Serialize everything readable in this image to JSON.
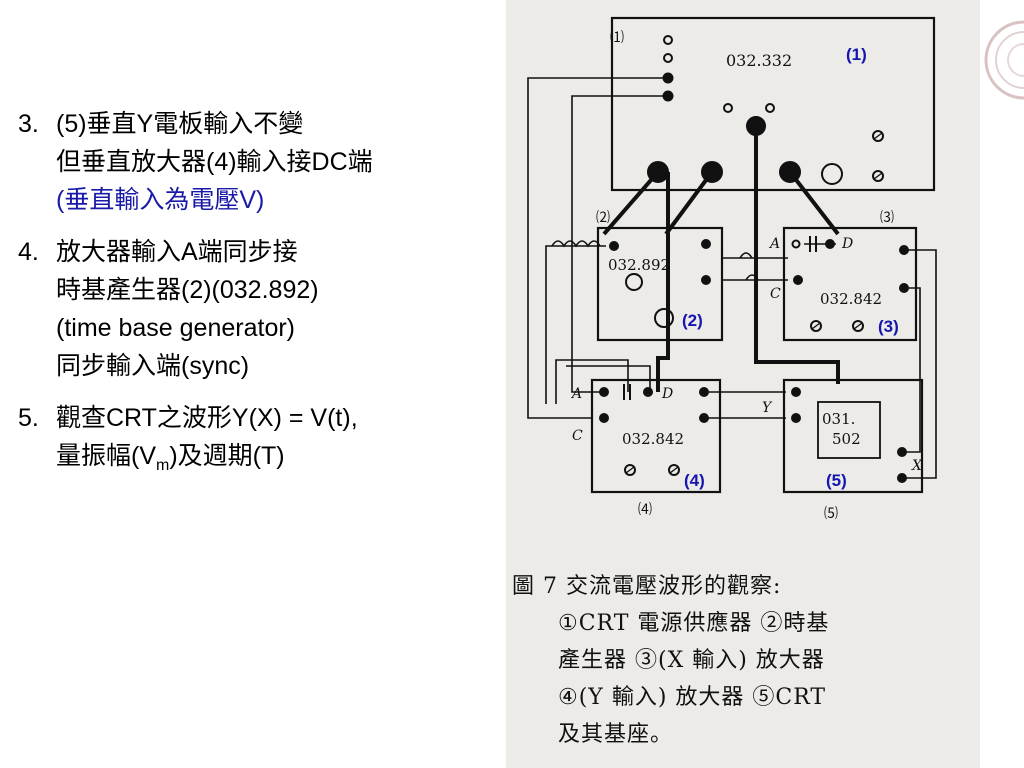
{
  "bullets": [
    {
      "num": "3.",
      "lines": [
        {
          "text": "(5)垂直Y電板輸入不變",
          "color": "black"
        },
        {
          "text": "但垂直放大器(4)輸入接DC端",
          "color": "black"
        },
        {
          "text": "(垂直輸入為電壓V)",
          "color": "blue"
        }
      ]
    },
    {
      "num": "4.",
      "lines": [
        {
          "text": "放大器輸入A端同步接",
          "color": "black"
        },
        {
          "text": "時基產生器(2)(032.892)",
          "color": "black"
        },
        {
          "text": "(time base generator)",
          "color": "black"
        },
        {
          "text": "同步輸入端(sync)",
          "color": "black"
        }
      ]
    },
    {
      "num": "5.",
      "lines": [
        {
          "text": "觀查CRT之波形Y(X) = V(t),",
          "color": "black"
        },
        {
          "pre": "量振幅(V",
          "sub": "m",
          "post": ")及週期(T)",
          "color": "black"
        }
      ]
    }
  ],
  "diagram": {
    "box1": {
      "model": "032.332",
      "tag": "(1)",
      "mark": "⑴"
    },
    "box2": {
      "model": "032.892",
      "tag": "(2)",
      "mark": "⑵"
    },
    "box3": {
      "model": "032.842",
      "tag": "(3)",
      "mark": "⑶",
      "terminals": {
        "a": "A",
        "d": "D",
        "c": "C"
      }
    },
    "box4": {
      "model": "032.842",
      "tag": "(4)",
      "mark": "⑷",
      "terminals": {
        "a": "A",
        "d": "D",
        "c": "C"
      }
    },
    "box5": {
      "model_line1": "031.",
      "model_line2": "502",
      "tag": "(5)",
      "mark": "⑸",
      "terminals": {
        "y": "Y",
        "x": "X"
      }
    }
  },
  "caption": {
    "lines": [
      "圖 7 交流電壓波形的觀察:",
      "①CRT 電源供應器 ②時基",
      "產生器 ③(X 輸入) 放大器",
      "④(Y 輸入) 放大器 ⑤CRT",
      "及其基座。"
    ]
  },
  "colors": {
    "text": "#000000",
    "blue": "#1a1aa8",
    "tag_blue": "#1515b0",
    "photo_bg": "#ecebe8",
    "ink": "#111111"
  }
}
